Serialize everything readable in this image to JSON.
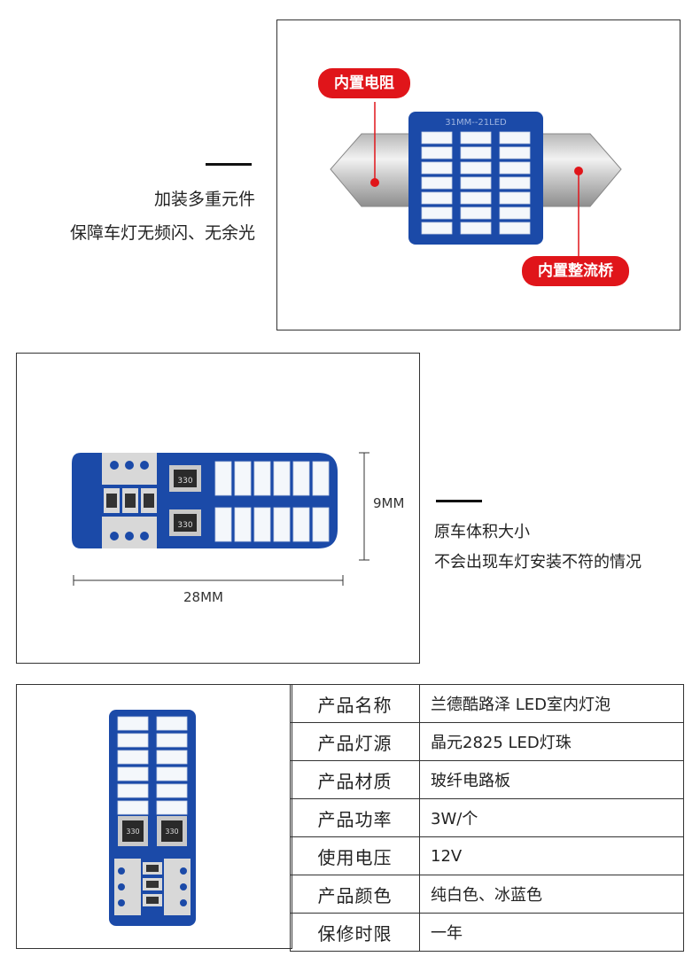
{
  "section1": {
    "text_lines": [
      "加装多重元件",
      "保障车灯无频闪、无余光"
    ],
    "pcb_print": "31MM--21LED",
    "label_resistor": "内置电阻",
    "label_rectifier": "内置整流桥"
  },
  "section2": {
    "text_lines": [
      "原车体积大小",
      "不会出现车灯安装不符的情况"
    ],
    "height_label": "9MM",
    "width_label": "28MM",
    "chip_text": "330"
  },
  "spec_table": [
    {
      "key": "产品名称",
      "value": "兰德酷路泽 LED室内灯泡"
    },
    {
      "key": "产品灯源",
      "value": "晶元2825 LED灯珠"
    },
    {
      "key": "产品材质",
      "value": "玻纤电路板"
    },
    {
      "key": "产品功率",
      "value": "3W/个"
    },
    {
      "key": "使用电压",
      "value": "12V"
    },
    {
      "key": "产品颜色",
      "value": "纯白色、冰蓝色"
    },
    {
      "key": "保修时限",
      "value": "一年"
    }
  ],
  "colors": {
    "pcb_blue": "#1b4aa8",
    "label_red": "#e0151a",
    "led_white": "#f4f7fb"
  }
}
